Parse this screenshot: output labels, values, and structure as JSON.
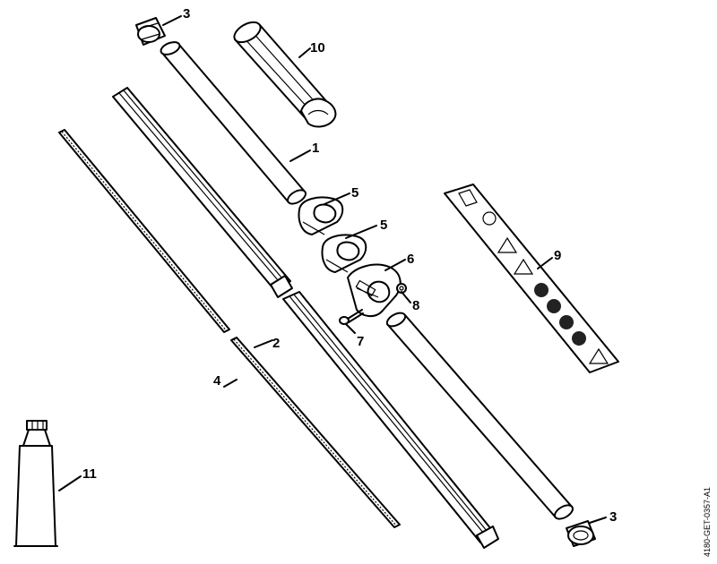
{
  "diagram": {
    "callouts": {
      "c1": "1",
      "c2": "2",
      "c3a": "3",
      "c3b": "3",
      "c4": "4",
      "c5a": "5",
      "c5b": "5",
      "c6": "6",
      "c7": "7",
      "c8": "8",
      "c9": "9",
      "c10": "10",
      "c11": "11"
    },
    "reference_code": "4180-GET-0357-A1"
  }
}
